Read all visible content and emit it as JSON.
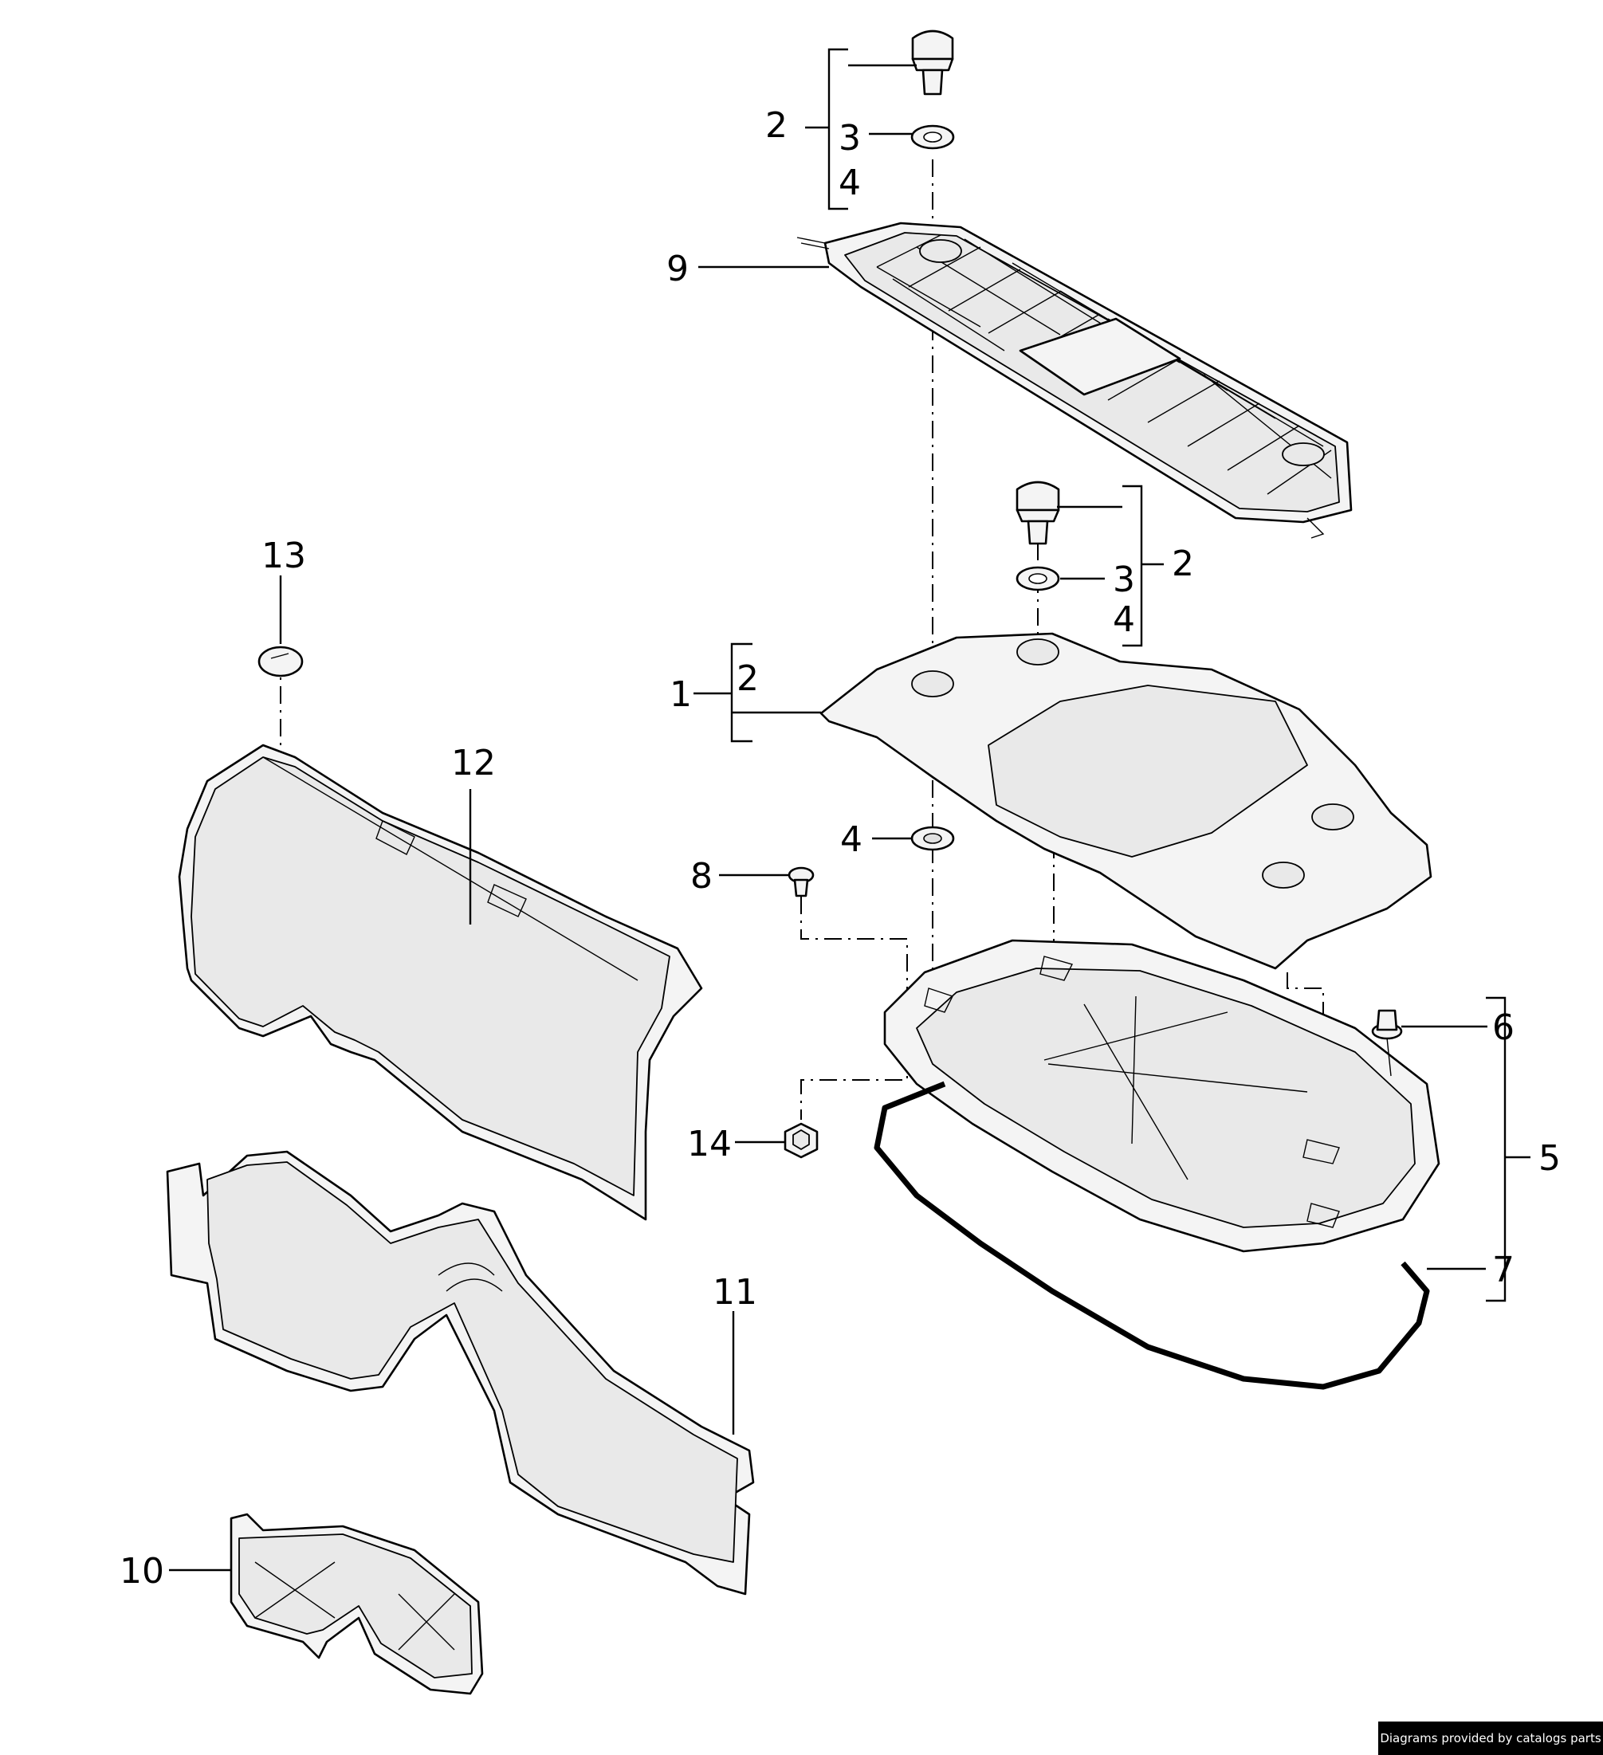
{
  "labels": {
    "p1": "1",
    "p2a": "2",
    "p2b": "2",
    "p2c": "2",
    "p3a": "3",
    "p3b": "3",
    "p4a": "4",
    "p4b": "4",
    "p4c": "4",
    "p5": "5",
    "p6": "6",
    "p7": "7",
    "p8": "8",
    "p9": "9",
    "p10": "10",
    "p11": "11",
    "p12": "12",
    "p13": "13",
    "p14": "14"
  },
  "credit": "Diagrams provided by catalogs parts"
}
